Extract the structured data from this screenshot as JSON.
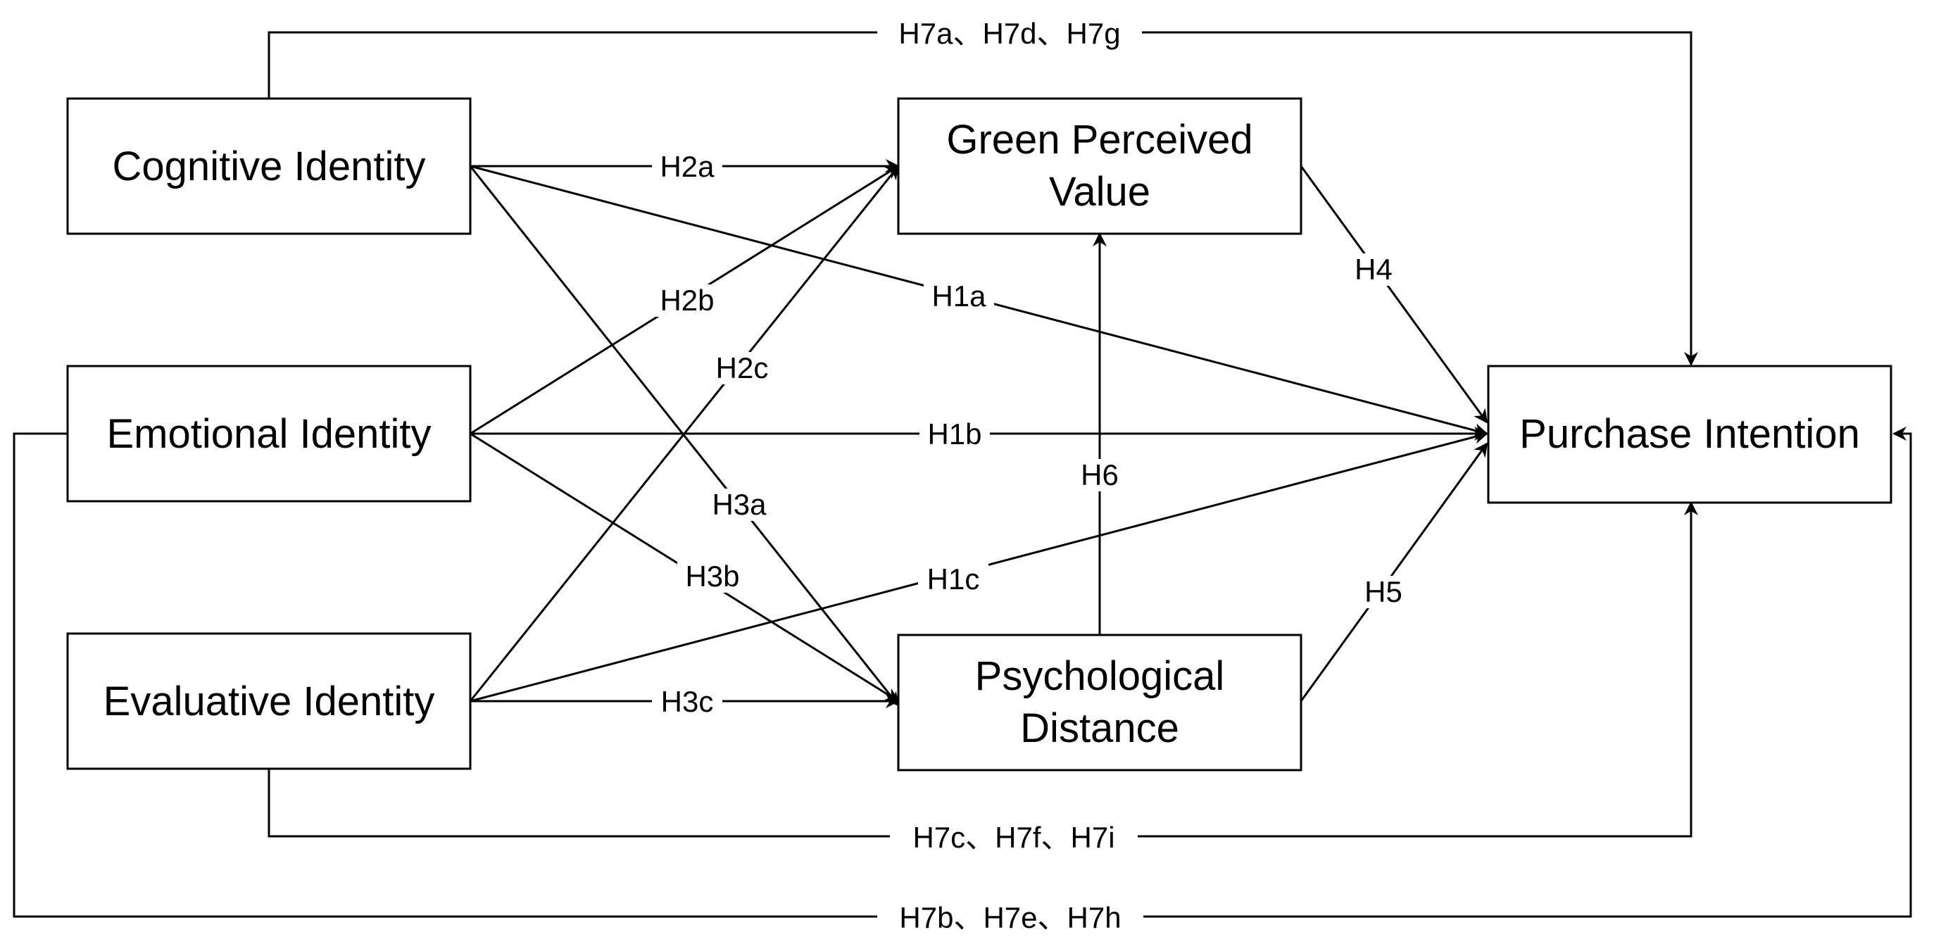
{
  "nodes": {
    "cognitive": {
      "lines": [
        "Cognitive Identity"
      ]
    },
    "emotional": {
      "lines": [
        "Emotional Identity"
      ]
    },
    "evaluative": {
      "lines": [
        "Evaluative Identity"
      ]
    },
    "gpv": {
      "lines": [
        "Green Perceived",
        "Value"
      ]
    },
    "pd": {
      "lines": [
        "Psychological",
        "Distance"
      ]
    },
    "pi": {
      "lines": [
        "Purchase Intention"
      ]
    }
  },
  "edges": {
    "h2a": "H2a",
    "h2b": "H2b",
    "h2c": "H2c",
    "h1a": "H1a",
    "h1b": "H1b",
    "h1c": "H1c",
    "h3a": "H3a",
    "h3b": "H3b",
    "h3c": "H3c",
    "h4": "H4",
    "h5": "H5",
    "h6": "H6",
    "h7top": "H7a、H7d、H7g",
    "h7mid": "H7c、H7f、H7i",
    "h7bottom": "H7b、H7e、H7h"
  },
  "colors": {
    "stroke": "#000000",
    "background": "#ffffff"
  }
}
